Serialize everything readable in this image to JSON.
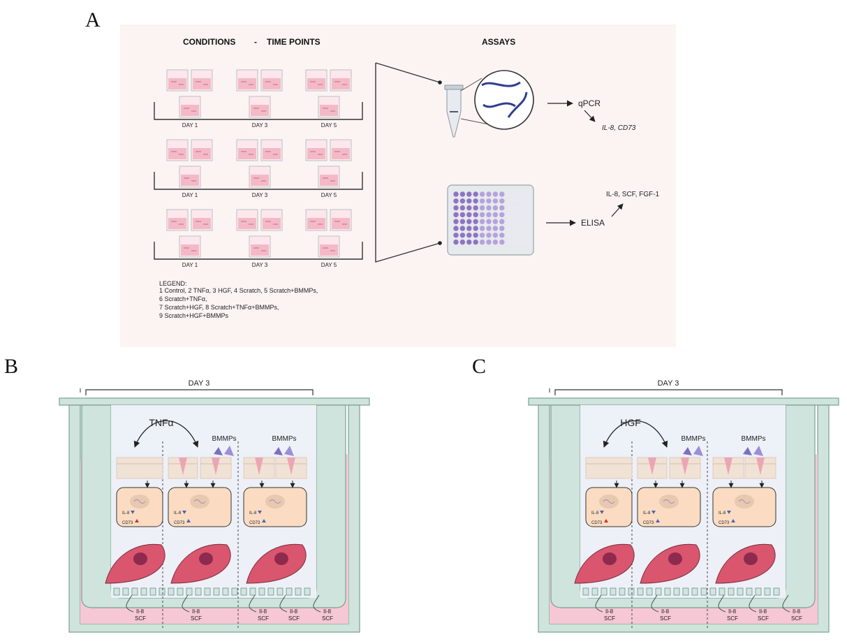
{
  "panels": {
    "a": {
      "letter": "A",
      "conditions_header": "CONDITIONS",
      "dash": "-",
      "time_points_header": "TIME POINTS",
      "assays_header": "ASSAYS",
      "days": [
        "DAY 1",
        "DAY 3",
        "DAY 5"
      ],
      "qpcr": "qPCR",
      "qpcr_targets": "IL-8, CD73",
      "elisa": "ELISA",
      "elisa_targets": "IL-8, SCF, FGF-1",
      "legend": [
        "LEGEND:",
        "1 Control, 2 TNFα, 3 HGF, 4 Scratch, 5 Scratch+BMMPs,",
        "6 Scratch+TNFα,",
        "7 Scratch+HGF, 8 Scratch+TNFα+BMMPs,",
        "9 Scratch+HGF+BMMPs"
      ]
    },
    "b": {
      "letter": "B",
      "day": "DAY 3",
      "treatment": "TNFα"
    },
    "c": {
      "letter": "C",
      "day": "DAY 3",
      "treatment": "HGF"
    }
  },
  "well": {
    "bmmps": "BMMPs",
    "il8": "IL-8",
    "cd73": "CD73",
    "secreted_il8": "Il-8",
    "secreted_scf": "SCF"
  },
  "colors": {
    "panel_a_bg": "#fbf4f3",
    "medium_pink": "#f6c7d5",
    "insert_green": "#cfe4dc",
    "cell_red": "#d9566e",
    "nucleus_beige": "#fbdcc2",
    "down_triangle": "#4a66b0",
    "up_triangle": "#c0392b"
  }
}
